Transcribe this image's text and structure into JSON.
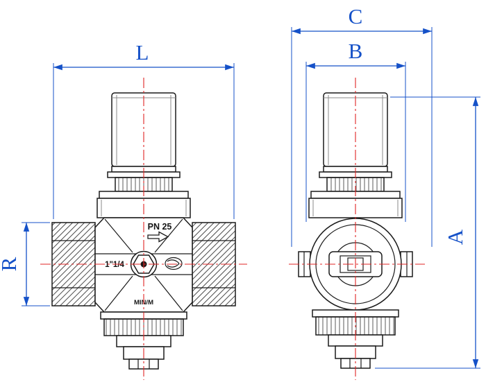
{
  "colors": {
    "dimension_blue": "#1551c8",
    "centerline_red": "#e02424",
    "line_black": "#1a1a1a",
    "background": "#ffffff"
  },
  "front_view": {
    "dim_width_label": "L",
    "dim_inlet_label": "R",
    "pressure_rating": "PN 25",
    "connection_size": "1\"1/4",
    "casting_mark": "MIN/M",
    "flow_arrow_icon": "right-arrow",
    "logo_icon": "manufacturer-mark"
  },
  "side_view": {
    "dim_overall_width_label": "C",
    "dim_body_width_label": "B",
    "dim_height_label": "A"
  }
}
